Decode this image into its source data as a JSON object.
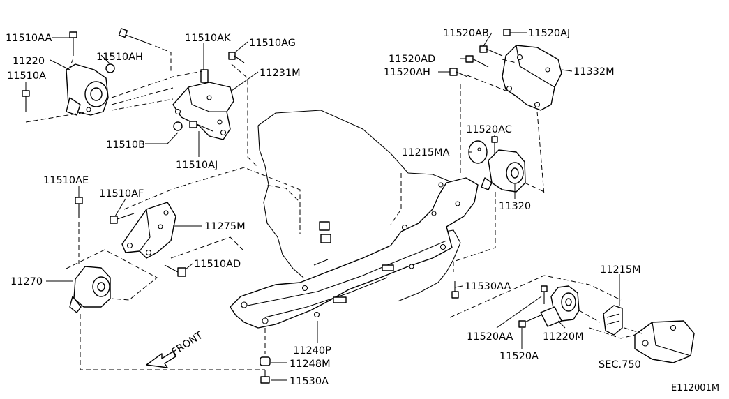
{
  "labels": {
    "p11510AA": "11510AA",
    "p11220": "11220",
    "p11510AH": "11510AH",
    "p11510A": "11510A",
    "p11510AK": "11510AK",
    "p11510AG": "11510AG",
    "p11231M": "11231M",
    "p11510B": "11510B",
    "p11510AJ": "11510AJ",
    "p11520AB": "11520AB",
    "p11520AJ": "11520AJ",
    "p11520AD": "11520AD",
    "p11520AH": "11520AH",
    "p11332M": "11332M",
    "p11520AC": "11520AC",
    "p11215MA": "11215MA",
    "p11320": "11320",
    "p11510AE": "11510AE",
    "p11510AF": "11510AF",
    "p11275M": "11275M",
    "p11510AD": "11510AD",
    "p11270": "11270",
    "p11530AA": "11530AA",
    "p11215M": "11215M",
    "p11520AA": "11520AA",
    "p11220M": "11220M",
    "p11520A": "11520A",
    "p11240P": "11240P",
    "p11248M": "11248M",
    "p11530A": "11530A",
    "sec750": "SEC.750",
    "front": "FRONT",
    "code": "E112001M"
  }
}
